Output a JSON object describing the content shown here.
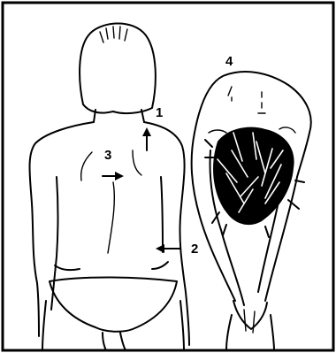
{
  "figure": {
    "labels": {
      "label_1": "1",
      "label_2": "2",
      "label_3": "3",
      "label_4": "4"
    },
    "colors": {
      "ink": "#000000",
      "background": "#ffffff"
    }
  }
}
